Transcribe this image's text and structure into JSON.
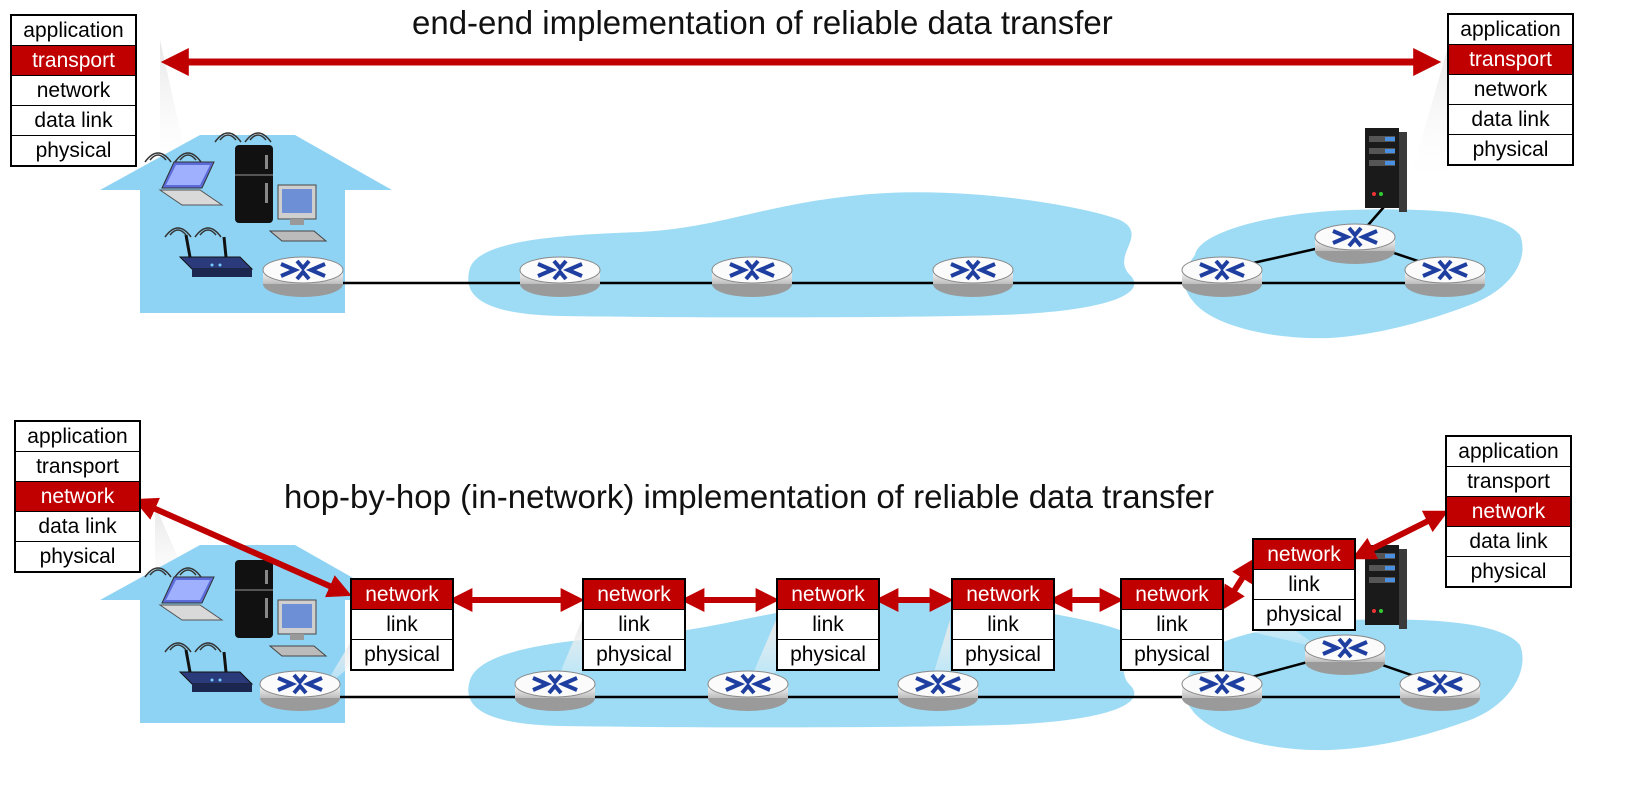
{
  "top": {
    "caption": "end-end implementation of reliable data transfer",
    "left_stack": [
      "application",
      "transport",
      "network",
      "data link",
      "physical"
    ],
    "right_stack": [
      "application",
      "transport",
      "network",
      "data link",
      "physical"
    ],
    "highlighted_layer": "transport"
  },
  "bottom": {
    "caption": "hop-by-hop (in-network) implementation of reliable data transfer",
    "left_stack": [
      "application",
      "transport",
      "network",
      "data link",
      "physical"
    ],
    "right_stack": [
      "application",
      "transport",
      "network",
      "data link",
      "physical"
    ],
    "highlighted_layer": "network",
    "router_stacks": [
      [
        "network",
        "link",
        "physical"
      ],
      [
        "network",
        "link",
        "physical"
      ],
      [
        "network",
        "link",
        "physical"
      ],
      [
        "network",
        "link",
        "physical"
      ],
      [
        "network",
        "link",
        "physical"
      ],
      [
        "network",
        "link",
        "physical"
      ]
    ]
  },
  "colors": {
    "highlight": "#c00000",
    "arrow": "#c00000",
    "cloud": "#9edcf5",
    "house": "#8fd3f4",
    "router_body": "#f2f2f2",
    "router_symbol": "#1f3fa0"
  },
  "icons": [
    "house-icon",
    "laptop-icon",
    "fridge-icon",
    "desktop-computer-icon",
    "wifi-router-icon",
    "router-icon",
    "server-icon",
    "network-cloud-icon"
  ]
}
